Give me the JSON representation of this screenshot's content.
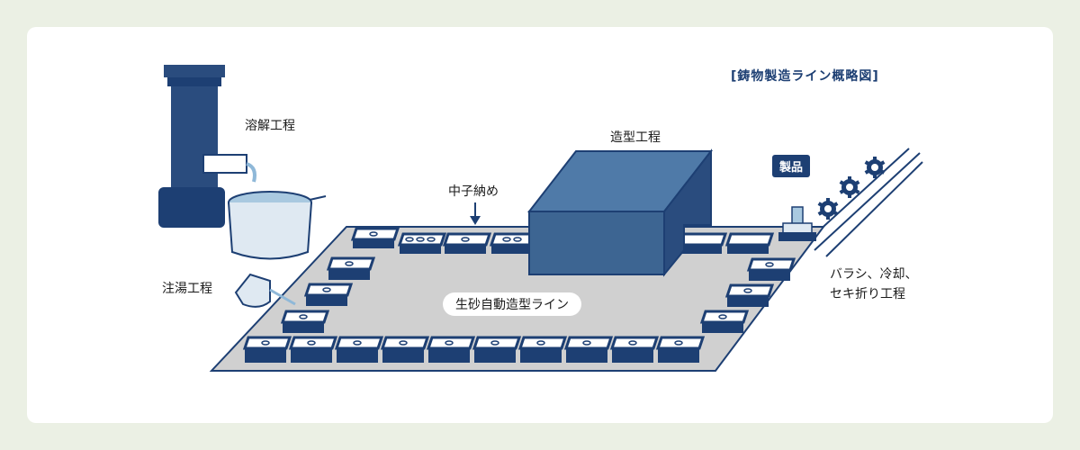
{
  "caption": "[鋳物製造ライン概略図]",
  "labels": {
    "melting": "溶解工程",
    "molding": "造型工程",
    "core_setting": "中子納め",
    "product": "製品",
    "pouring": "注湯工程",
    "line": "生砂自動造型ライン",
    "shakeout_line1": "バラシ、冷却、",
    "shakeout_line2": "セキ折り工程"
  },
  "colors": {
    "background": "#ebf0e4",
    "card": "#ffffff",
    "navy": "#1d3f73",
    "machine": "#3d6592",
    "machine_light": "#4f7aa8",
    "platform": "#d0d0d0",
    "ladle": "#a9c9e0"
  }
}
